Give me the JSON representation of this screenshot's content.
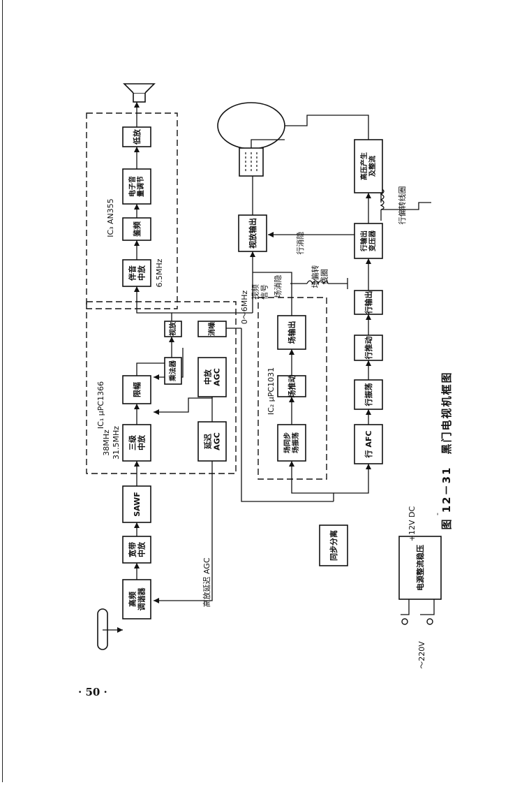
{
  "page_number": "· 50 ·",
  "caption": "图 12－31　黑门电视机框图",
  "blocks": {
    "tuner": "高频\n调谐器",
    "wide_if": "宽带\n中放",
    "saw": "SAWF",
    "three_if": "三级\n中放",
    "limiter": "限幅",
    "synch_det": "乘法器",
    "video_amp": "视放",
    "if_agc": "中放\nAGC",
    "noise_gate": "消噪",
    "delayed_agc": "延迟\nAGC",
    "sound_if": "伴音\n中放",
    "fm_det": "鉴频",
    "vol_ctrl": "电子音\n量调节",
    "audio_amp": "低放",
    "video_out": "视放输出",
    "hv_gen": "高压产生\n及整流",
    "sync_sep": "同步分离",
    "v_osc": "场同步\n场振荡",
    "v_drive": "场推动",
    "v_out": "场输出",
    "h_afc": "行 AFC",
    "h_osc": "行振荡",
    "h_drive": "行推动",
    "h_out": "行输出",
    "fbt": "行输出\n变压器",
    "psu": "电源整流稳压"
  },
  "labels": {
    "ic1": "IC₁ μPC1366",
    "ic2": "IC₂ μPC1031",
    "ic3": "IC₃ AN355",
    "f38": "38MHz",
    "f315": "31.5MHz",
    "f65": "6.5MHz",
    "video_band": "0～6MHz",
    "video_signal": "视频\n信号",
    "v_blank": "场消隐",
    "h_blank": "行消隐",
    "v_yoke": "场偏转\n线圈",
    "h_yoke": "行偏转线圈",
    "hf_delay_agc": "高放延迟 AGC",
    "v12": "+12V DC",
    "vminus": "-",
    "ac220": "～220V"
  }
}
